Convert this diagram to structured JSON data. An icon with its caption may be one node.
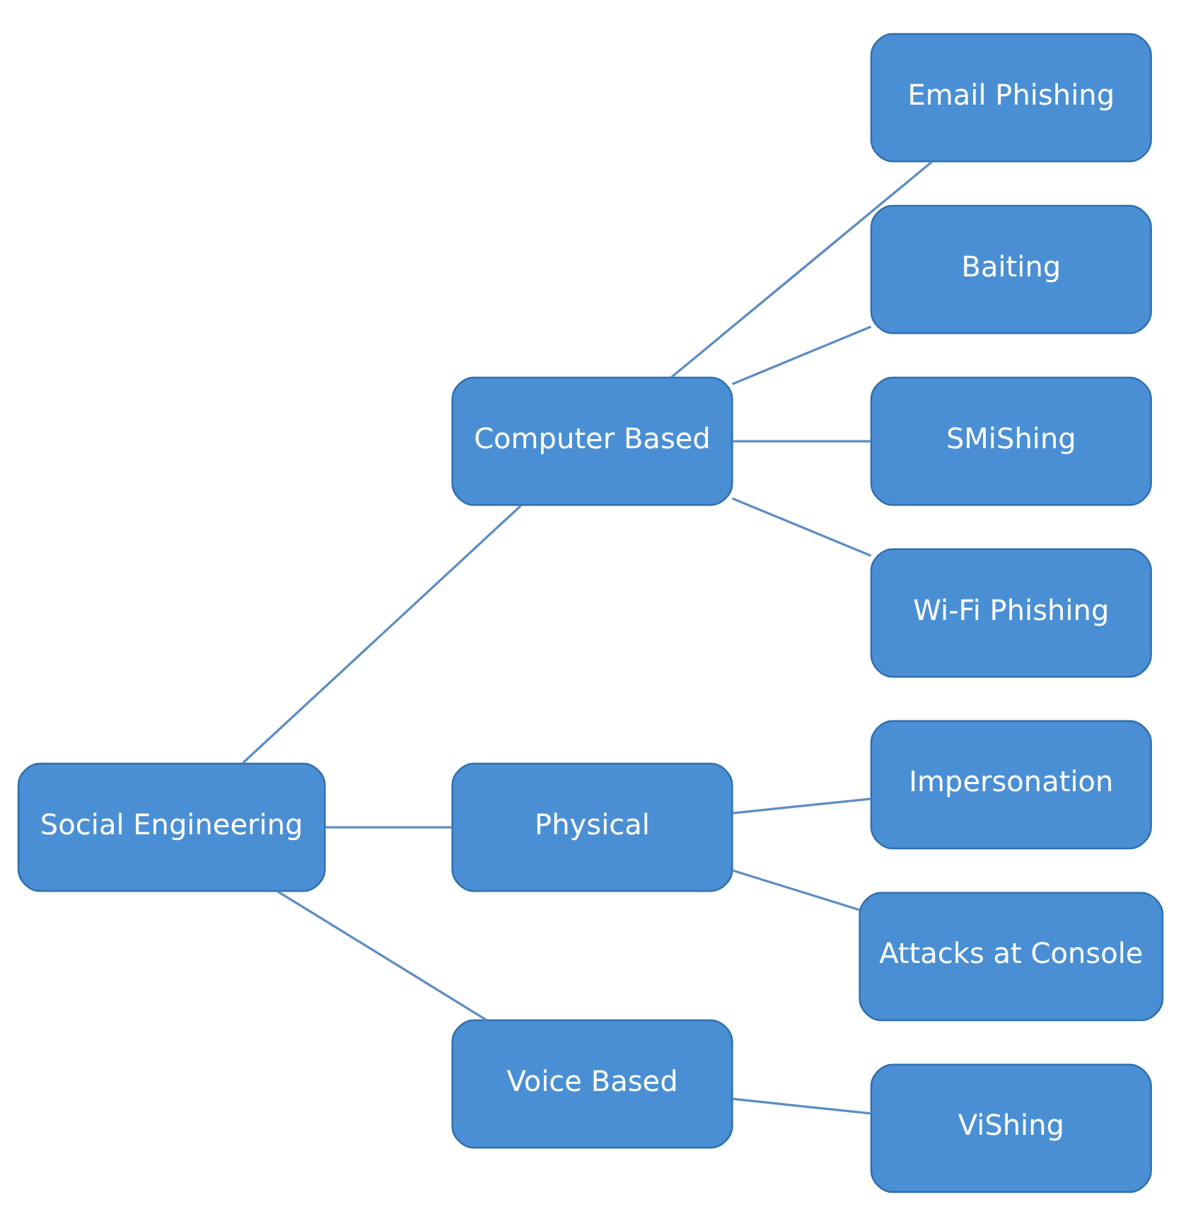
{
  "diagram": {
    "nodes": [
      {
        "text": [
          "Social Engineering"
        ]
      },
      {
        "text": [
          "Computer Based"
        ]
      },
      {
        "text": [
          "Physical"
        ]
      },
      {
        "text": [
          "Voice Based"
        ]
      },
      {
        "text": [
          "Email Phishing"
        ]
      },
      {
        "text": [
          "Baiting"
        ]
      },
      {
        "text": [
          "SMiShing"
        ]
      },
      {
        "text": [
          "Wi-Fi Phishing"
        ]
      },
      {
        "text": [
          "Impersonation"
        ]
      },
      {
        "text": [
          "Attacks at Console"
        ]
      },
      {
        "text": [
          "ViShing"
        ]
      }
    ],
    "edges": [
      {
        "from": 0,
        "to": 1,
        "arrow": "none"
      },
      {
        "from": 0,
        "to": 2,
        "arrow": "none"
      },
      {
        "from": 0,
        "to": 3,
        "arrow": "none"
      },
      {
        "from": 1,
        "to": 4,
        "arrow": "none"
      },
      {
        "from": 1,
        "to": 5,
        "arrow": "none"
      },
      {
        "from": 1,
        "to": 6,
        "arrow": "none"
      },
      {
        "from": 1,
        "to": 7,
        "arrow": "none"
      },
      {
        "from": 2,
        "to": 8,
        "arrow": "none"
      },
      {
        "from": 2,
        "to": 9,
        "arrow": "none"
      },
      {
        "from": 3,
        "to": 10,
        "arrow": "none"
      }
    ]
  }
}
